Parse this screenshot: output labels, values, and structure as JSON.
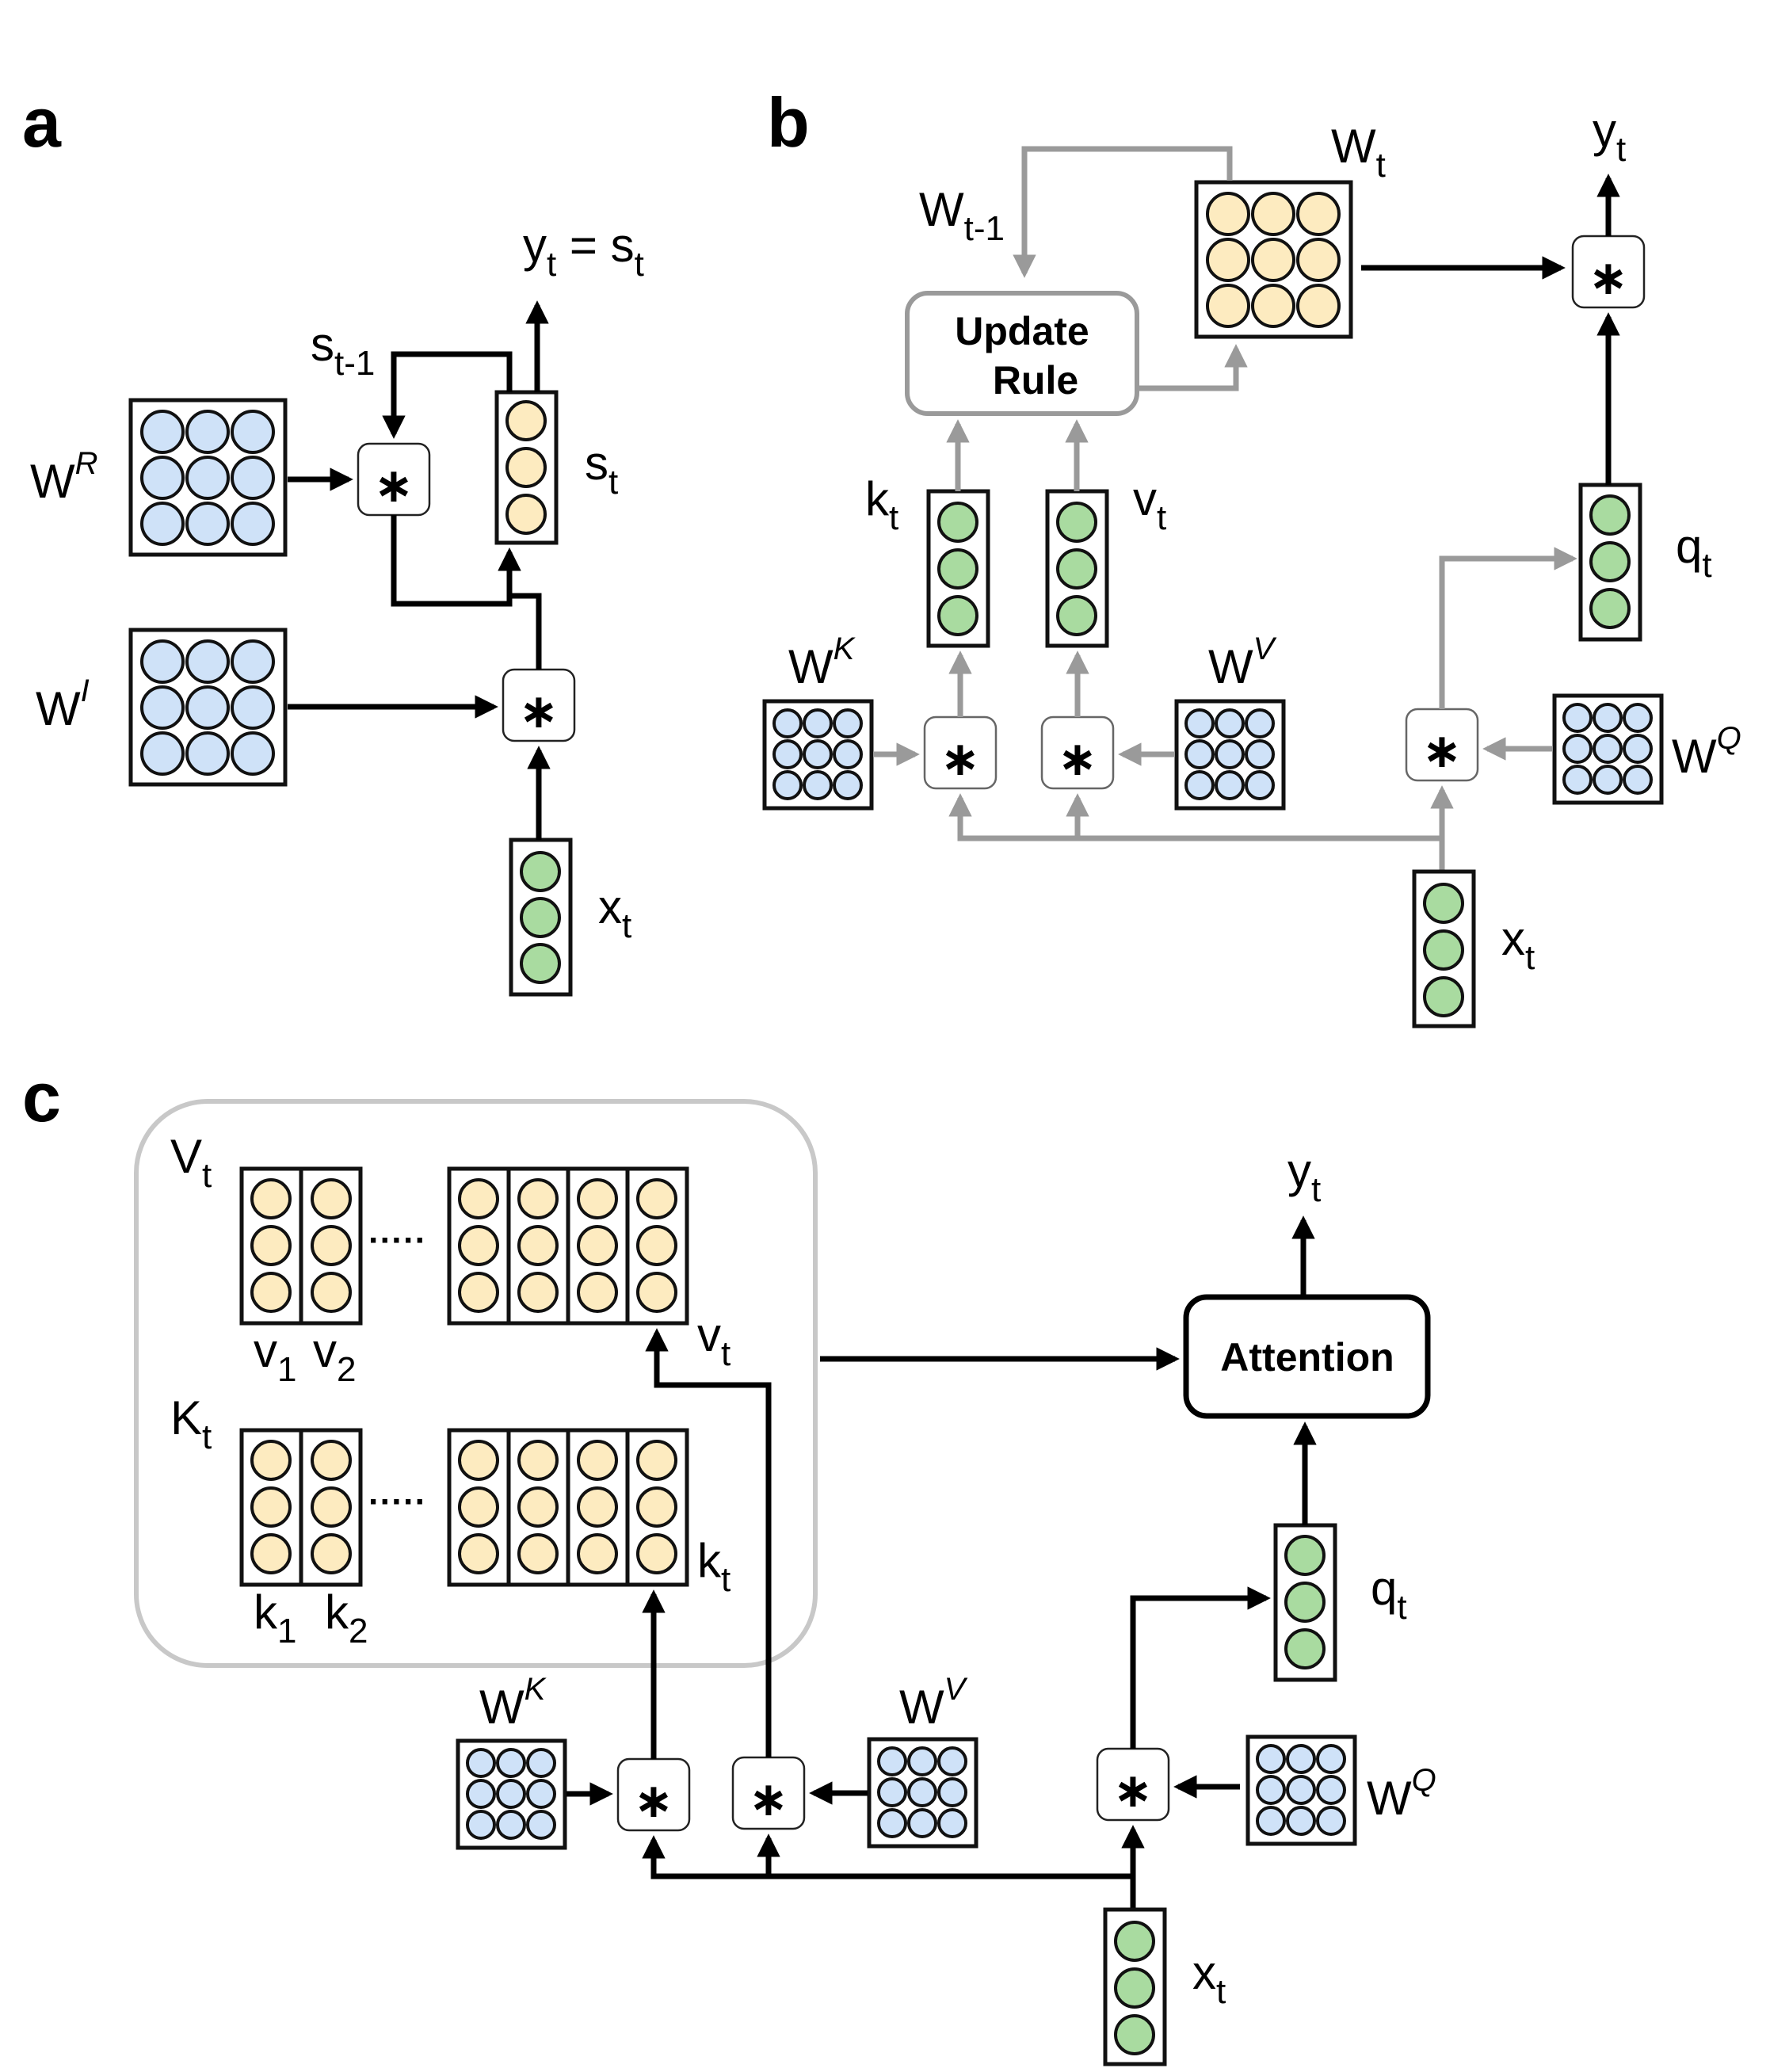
{
  "panels": {
    "a": "a",
    "b": "b",
    "c": "c"
  },
  "a": {
    "WR": "W",
    "WR_sup": "R",
    "WI": "W",
    "WI_sup": "I",
    "s_prev": "s",
    "s_prev_sub": "t-1",
    "s": "s",
    "s_sub": "t",
    "y_eq": "y",
    "y_eq_sub1": "t",
    "y_eq_mid": " = s",
    "y_eq_sub2": "t",
    "x": "x",
    "x_sub": "t"
  },
  "b": {
    "W": "W",
    "W_sub": "t",
    "Wprev": "W",
    "Wprev_sub": "t-1",
    "update_rule_line1": "Update",
    "update_rule_line2": "Rule",
    "y": "y",
    "y_sub": "t",
    "k": "k",
    "k_sub": "t",
    "v": "v",
    "v_sub": "t",
    "q": "q",
    "q_sub": "t",
    "WK": "W",
    "WK_sup": "K",
    "WV": "W",
    "WV_sup": "V",
    "WQ": "W",
    "WQ_sup": "Q",
    "x": "x",
    "x_sub": "t"
  },
  "c": {
    "V": "V",
    "V_sub": "t",
    "K": "K",
    "K_sub": "t",
    "v1": "v",
    "v1_sub": "1",
    "v2": "v",
    "v2_sub": "2",
    "k1": "k",
    "k1_sub": "1",
    "k2": "k",
    "k2_sub": "2",
    "vt": "v",
    "vt_sub": "t",
    "kt": "k",
    "kt_sub": "t",
    "attention": "Attention",
    "y": "y",
    "y_sub": "t",
    "q": "q",
    "q_sub": "t",
    "WK": "W",
    "WK_sup": "K",
    "WV": "W",
    "WV_sup": "V",
    "WQ": "W",
    "WQ_sup": "Q",
    "x": "x",
    "x_sub": "t"
  },
  "operator_symbol": "∗",
  "ellipsis": "·····",
  "colors": {
    "weight_cell": "#cfe2f8",
    "state_cell": "#fdebc0",
    "input_cell": "#a9dba0",
    "gray_path": "#9a9a9a"
  }
}
